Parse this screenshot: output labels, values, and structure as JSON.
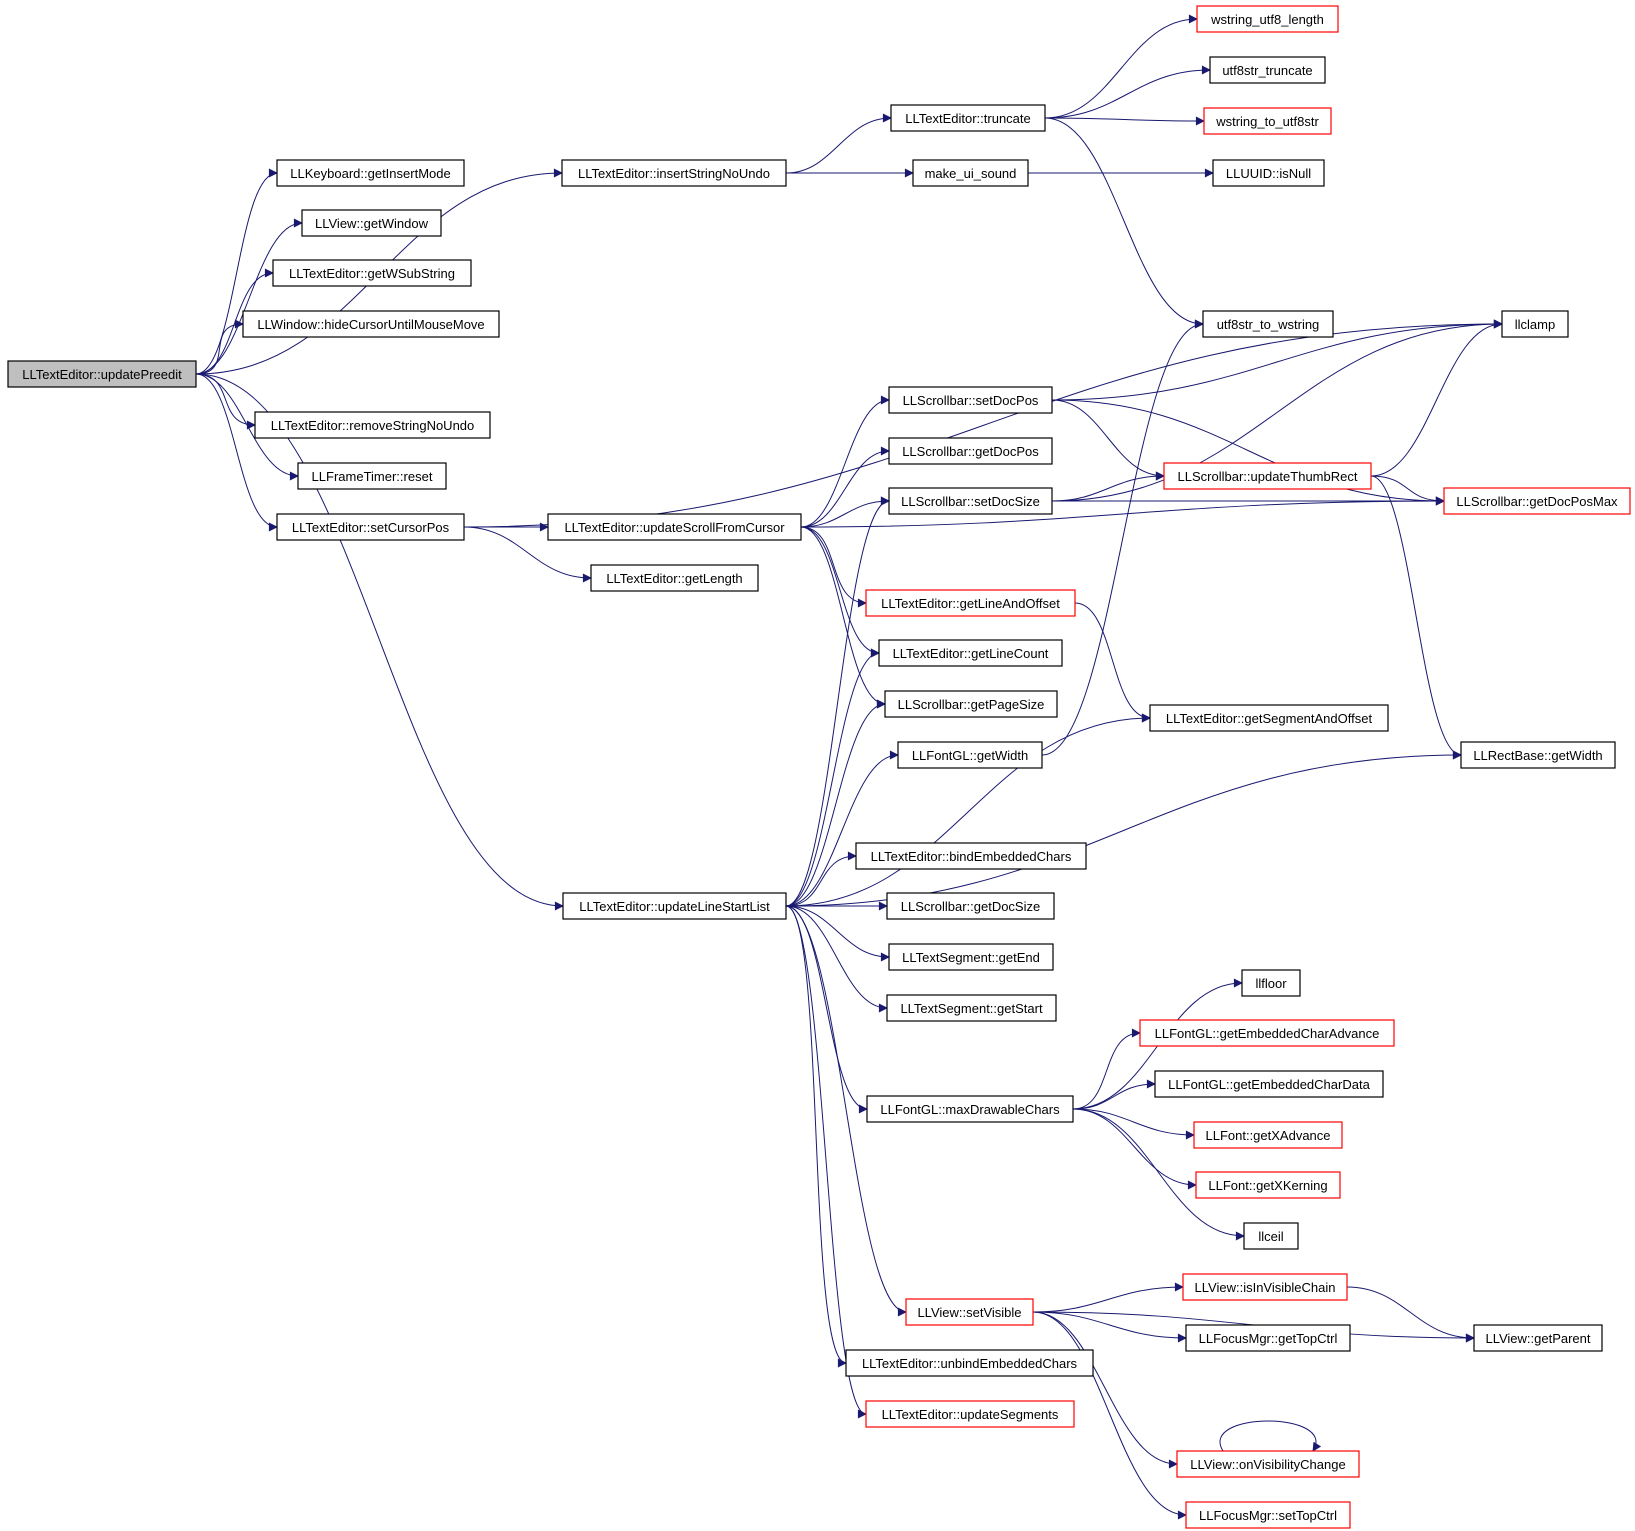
{
  "diagram": {
    "nodes": [
      {
        "id": "root",
        "label": "LLTextEditor::updatePreedit",
        "style": "root"
      },
      {
        "id": "getInsertMode",
        "label": "LLKeyboard::getInsertMode"
      },
      {
        "id": "getWindow",
        "label": "LLView::getWindow"
      },
      {
        "id": "getWSubString",
        "label": "LLTextEditor::getWSubString"
      },
      {
        "id": "hideCursor",
        "label": "LLWindow::hideCursorUntilMouseMove"
      },
      {
        "id": "removeStringNoUndo",
        "label": "LLTextEditor::removeStringNoUndo"
      },
      {
        "id": "frameReset",
        "label": "LLFrameTimer::reset"
      },
      {
        "id": "setCursorPos",
        "label": "LLTextEditor::setCursorPos"
      },
      {
        "id": "insertStringNoUndo",
        "label": "LLTextEditor::insertStringNoUndo"
      },
      {
        "id": "truncate",
        "label": "LLTextEditor::truncate"
      },
      {
        "id": "makeUiSound",
        "label": "make_ui_sound"
      },
      {
        "id": "wstringUtf8Length",
        "label": "wstring_utf8_length",
        "style": "red"
      },
      {
        "id": "utf8strTruncate",
        "label": "utf8str_truncate"
      },
      {
        "id": "wstringToUtf8str",
        "label": "wstring_to_utf8str",
        "style": "red"
      },
      {
        "id": "uuidIsNull",
        "label": "LLUUID::isNull"
      },
      {
        "id": "utf8strToWstring",
        "label": "utf8str_to_wstring"
      },
      {
        "id": "llclamp",
        "label": "llclamp"
      },
      {
        "id": "updateScrollFromCursor",
        "label": "LLTextEditor::updateScrollFromCursor"
      },
      {
        "id": "getLength",
        "label": "LLTextEditor::getLength"
      },
      {
        "id": "sbSetDocPos",
        "label": "LLScrollbar::setDocPos"
      },
      {
        "id": "sbGetDocPos",
        "label": "LLScrollbar::getDocPos"
      },
      {
        "id": "sbSetDocSize",
        "label": "LLScrollbar::setDocSize"
      },
      {
        "id": "sbUpdateThumbRect",
        "label": "LLScrollbar::updateThumbRect",
        "style": "red"
      },
      {
        "id": "sbGetDocPosMax",
        "label": "LLScrollbar::getDocPosMax",
        "style": "red"
      },
      {
        "id": "getLineAndOffset",
        "label": "LLTextEditor::getLineAndOffset",
        "style": "red"
      },
      {
        "id": "getLineCount",
        "label": "LLTextEditor::getLineCount"
      },
      {
        "id": "sbGetPageSize",
        "label": "LLScrollbar::getPageSize"
      },
      {
        "id": "fontGetWidth",
        "label": "LLFontGL::getWidth"
      },
      {
        "id": "getSegmentAndOffset",
        "label": "LLTextEditor::getSegmentAndOffset"
      },
      {
        "id": "rectGetWidth",
        "label": "LLRectBase::getWidth"
      },
      {
        "id": "updateLineStartList",
        "label": "LLTextEditor::updateLineStartList"
      },
      {
        "id": "bindEmbeddedChars",
        "label": "LLTextEditor::bindEmbeddedChars"
      },
      {
        "id": "sbGetDocSize",
        "label": "LLScrollbar::getDocSize"
      },
      {
        "id": "segGetEnd",
        "label": "LLTextSegment::getEnd"
      },
      {
        "id": "segGetStart",
        "label": "LLTextSegment::getStart"
      },
      {
        "id": "llfloor",
        "label": "llfloor"
      },
      {
        "id": "getEmbeddedCharAdvance",
        "label": "LLFontGL::getEmbeddedCharAdvance",
        "style": "red"
      },
      {
        "id": "getEmbeddedCharData",
        "label": "LLFontGL::getEmbeddedCharData"
      },
      {
        "id": "maxDrawableChars",
        "label": "LLFontGL::maxDrawableChars"
      },
      {
        "id": "getXAdvance",
        "label": "LLFont::getXAdvance",
        "style": "red"
      },
      {
        "id": "getXKerning",
        "label": "LLFont::getXKerning",
        "style": "red"
      },
      {
        "id": "llceil",
        "label": "llceil"
      },
      {
        "id": "setVisible",
        "label": "LLView::setVisible",
        "style": "red"
      },
      {
        "id": "isInVisibleChain",
        "label": "LLView::isInVisibleChain",
        "style": "red"
      },
      {
        "id": "getTopCtrl",
        "label": "LLFocusMgr::getTopCtrl"
      },
      {
        "id": "getParent",
        "label": "LLView::getParent"
      },
      {
        "id": "unbindEmbeddedChars",
        "label": "LLTextEditor::unbindEmbeddedChars"
      },
      {
        "id": "updateSegments",
        "label": "LLTextEditor::updateSegments",
        "style": "red"
      },
      {
        "id": "onVisibilityChange",
        "label": "LLView::onVisibilityChange",
        "style": "red"
      },
      {
        "id": "setTopCtrl",
        "label": "LLFocusMgr::setTopCtrl",
        "style": "red"
      }
    ],
    "edges": [
      [
        "root",
        "getInsertMode"
      ],
      [
        "root",
        "getWindow"
      ],
      [
        "root",
        "getWSubString"
      ],
      [
        "root",
        "hideCursor"
      ],
      [
        "root",
        "insertStringNoUndo"
      ],
      [
        "root",
        "removeStringNoUndo"
      ],
      [
        "root",
        "frameReset"
      ],
      [
        "root",
        "setCursorPos"
      ],
      [
        "root",
        "updateLineStartList"
      ],
      [
        "insertStringNoUndo",
        "truncate"
      ],
      [
        "insertStringNoUndo",
        "makeUiSound"
      ],
      [
        "truncate",
        "wstringUtf8Length"
      ],
      [
        "truncate",
        "utf8strTruncate"
      ],
      [
        "truncate",
        "wstringToUtf8str"
      ],
      [
        "truncate",
        "utf8strToWstring"
      ],
      [
        "makeUiSound",
        "uuidIsNull"
      ],
      [
        "setCursorPos",
        "llclamp"
      ],
      [
        "setCursorPos",
        "updateScrollFromCursor"
      ],
      [
        "setCursorPos",
        "getLength"
      ],
      [
        "updateScrollFromCursor",
        "sbSetDocPos"
      ],
      [
        "updateScrollFromCursor",
        "sbGetDocPos"
      ],
      [
        "updateScrollFromCursor",
        "sbSetDocSize"
      ],
      [
        "updateScrollFromCursor",
        "sbGetDocPosMax"
      ],
      [
        "updateScrollFromCursor",
        "getLineAndOffset"
      ],
      [
        "updateScrollFromCursor",
        "getLineCount"
      ],
      [
        "updateScrollFromCursor",
        "sbGetPageSize"
      ],
      [
        "sbSetDocPos",
        "llclamp"
      ],
      [
        "sbSetDocPos",
        "sbUpdateThumbRect"
      ],
      [
        "sbSetDocPos",
        "sbGetDocPosMax"
      ],
      [
        "sbSetDocSize",
        "llclamp"
      ],
      [
        "sbSetDocSize",
        "sbUpdateThumbRect"
      ],
      [
        "sbSetDocSize",
        "sbGetDocPosMax"
      ],
      [
        "sbUpdateThumbRect",
        "llclamp"
      ],
      [
        "sbUpdateThumbRect",
        "sbGetDocPosMax"
      ],
      [
        "sbUpdateThumbRect",
        "rectGetWidth"
      ],
      [
        "getLineAndOffset",
        "getSegmentAndOffset"
      ],
      [
        "fontGetWidth",
        "utf8strToWstring"
      ],
      [
        "updateLineStartList",
        "sbSetDocSize"
      ],
      [
        "updateLineStartList",
        "getLineCount"
      ],
      [
        "updateLineStartList",
        "sbGetPageSize"
      ],
      [
        "updateLineStartList",
        "fontGetWidth"
      ],
      [
        "updateLineStartList",
        "getSegmentAndOffset"
      ],
      [
        "updateLineStartList",
        "bindEmbeddedChars"
      ],
      [
        "updateLineStartList",
        "sbGetDocSize"
      ],
      [
        "updateLineStartList",
        "segGetEnd"
      ],
      [
        "updateLineStartList",
        "segGetStart"
      ],
      [
        "updateLineStartList",
        "rectGetWidth"
      ],
      [
        "updateLineStartList",
        "maxDrawableChars"
      ],
      [
        "updateLineStartList",
        "setVisible"
      ],
      [
        "updateLineStartList",
        "unbindEmbeddedChars"
      ],
      [
        "updateLineStartList",
        "updateSegments"
      ],
      [
        "maxDrawableChars",
        "llfloor"
      ],
      [
        "maxDrawableChars",
        "getEmbeddedCharAdvance"
      ],
      [
        "maxDrawableChars",
        "getEmbeddedCharData"
      ],
      [
        "maxDrawableChars",
        "getXAdvance"
      ],
      [
        "maxDrawableChars",
        "getXKerning"
      ],
      [
        "maxDrawableChars",
        "llceil"
      ],
      [
        "setVisible",
        "isInVisibleChain"
      ],
      [
        "setVisible",
        "getTopCtrl"
      ],
      [
        "setVisible",
        "getParent"
      ],
      [
        "setVisible",
        "onVisibilityChange"
      ],
      [
        "setVisible",
        "setTopCtrl"
      ],
      [
        "isInVisibleChain",
        "getParent"
      ],
      [
        "onVisibilityChange",
        "onVisibilityChange"
      ]
    ]
  }
}
